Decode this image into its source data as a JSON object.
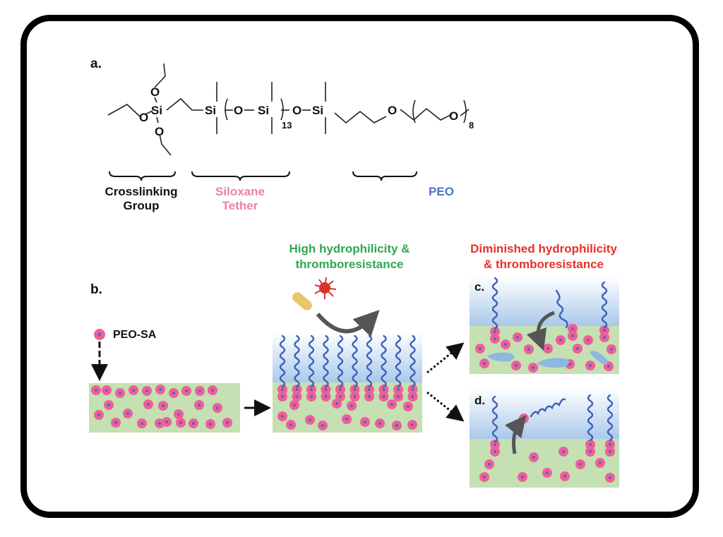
{
  "figure": {
    "panel_a": {
      "label": "a.",
      "molecule": {
        "atoms": {
          "si": "Si",
          "o": "O"
        },
        "repeat_siloxane": "13",
        "repeat_peo": "8"
      },
      "segments": [
        {
          "line1": "Crosslinking",
          "line2": "Group",
          "color": "#111111"
        },
        {
          "line1": "Siloxane",
          "line2": "Tether",
          "color": "#f07fa5"
        },
        {
          "line1": "PEO",
          "line2": "",
          "color": "#4a72c4"
        }
      ]
    },
    "panel_b": {
      "label": "b.",
      "legend": "PEO-SA",
      "headline_good": {
        "line1": "High hydrophilicity &",
        "line2": "thromboresistance",
        "color": "#2fa84f"
      },
      "headline_bad": {
        "line1": "Diminished hydrophilicity",
        "line2": "& thromboresistance",
        "color": "#e8302a"
      }
    },
    "panel_c": {
      "label": "c."
    },
    "panel_d": {
      "label": "d."
    },
    "colors": {
      "matrix_green": "#c5e0b3",
      "water_blue_top": "#ffffff",
      "water_blue_bottom": "#a9c8ea",
      "peo_chain": "#3d5fb8",
      "sa_particle": "#ef5f95",
      "sa_core": "#5b63c8",
      "arrow_gray": "#555555",
      "platelet_red": "#d9342b",
      "bacterium_tan": "#e8c46a",
      "protein_blue": "#8fb8e0"
    }
  }
}
